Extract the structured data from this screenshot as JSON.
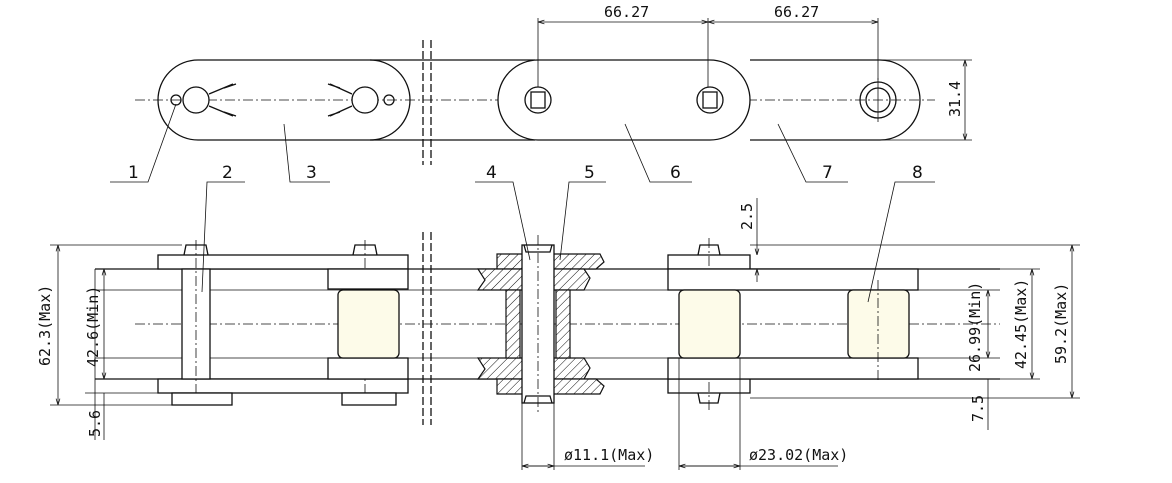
{
  "drawing": {
    "part_numbers": [
      "1",
      "2",
      "3",
      "4",
      "5",
      "6",
      "7",
      "8"
    ],
    "dimensions": {
      "pitch_1": "66.27",
      "pitch_2": "66.27",
      "plate_height": "31.4",
      "plate_thickness": "2.5",
      "overall_width": "62.3(Max)",
      "inner_width_min": "42.6(Min)",
      "pin_offset": "5.6",
      "roller_width_min": "26.99(Min)",
      "inner_link_width": "42.45(Max)",
      "outer_link_width": "59.2(Max)",
      "end_offset": "7.5",
      "pin_diameter": "ø11.1(Max)",
      "roller_diameter": "ø23.02(Max)"
    }
  }
}
